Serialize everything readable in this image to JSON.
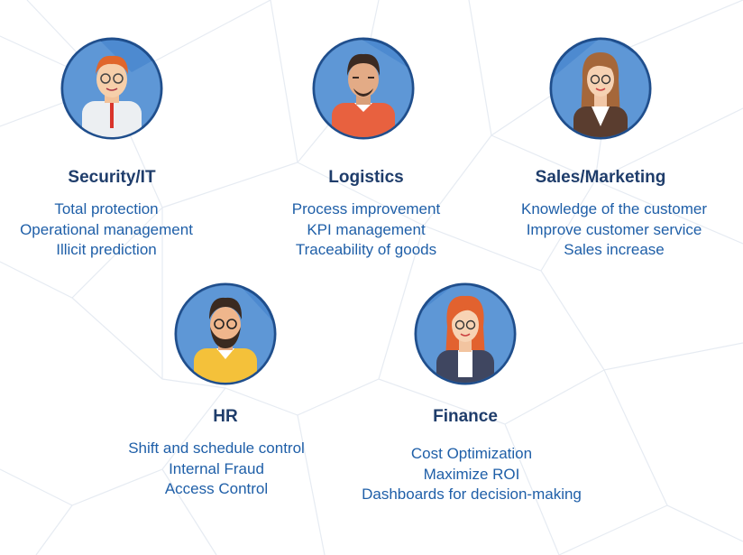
{
  "colors": {
    "title": "#1f3d6b",
    "text": "#1f5fa8",
    "circle_border": "#1f4e8c",
    "network": "#e8edf3"
  },
  "departments": [
    {
      "name": "Security/IT",
      "icon": "man-red-hair-tie-avatar-icon",
      "items": [
        "Total protection",
        "Operational management",
        "Illicit prediction"
      ]
    },
    {
      "name": "Logistics",
      "icon": "man-beard-orange-shirt-avatar-icon",
      "items": [
        "Process improvement",
        "KPI management",
        "Traceability of goods"
      ]
    },
    {
      "name": "Sales/Marketing",
      "icon": "woman-long-hair-avatar-icon",
      "items": [
        "Knowledge of the customer",
        "Improve customer service",
        "Sales increase"
      ]
    },
    {
      "name": "HR",
      "icon": "man-beard-yellow-sweater-avatar-icon",
      "items": [
        "Shift and schedule control",
        "Internal Fraud",
        "Access Control"
      ]
    },
    {
      "name": "Finance",
      "icon": "woman-red-hair-avatar-icon",
      "items": [
        "Cost Optimization",
        "Maximize ROI",
        "Dashboards for decision-making"
      ]
    }
  ]
}
